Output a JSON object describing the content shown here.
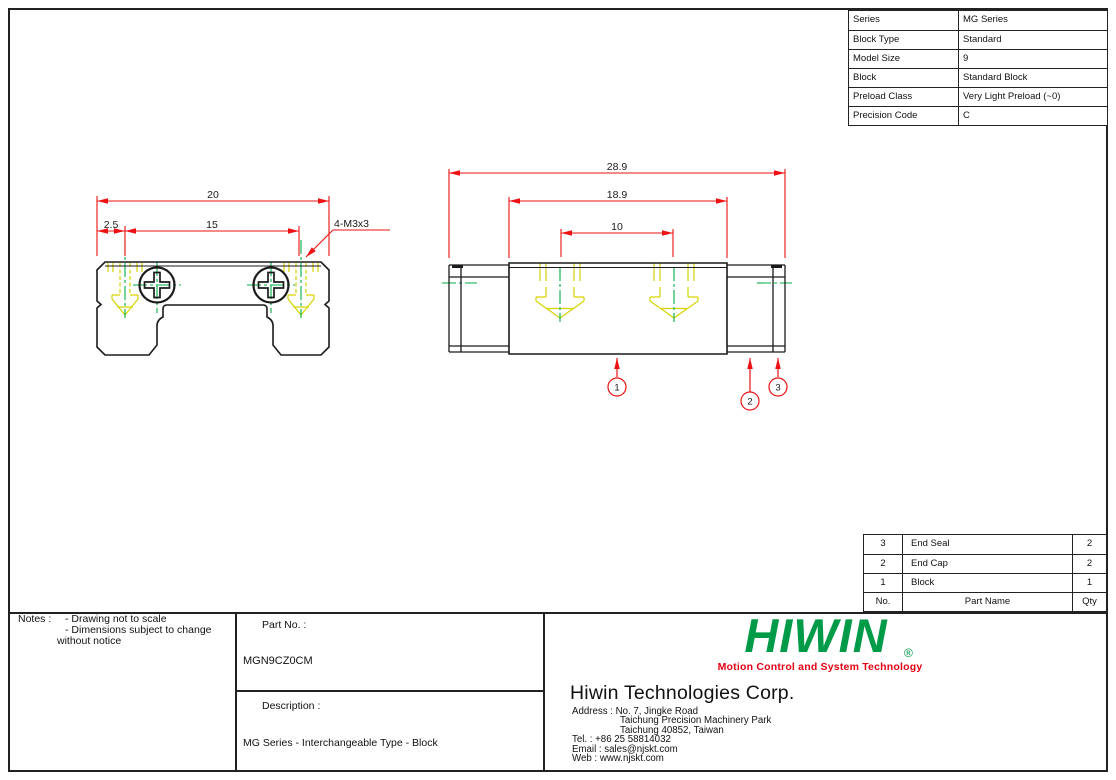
{
  "spec_table": {
    "rows": [
      {
        "label": "Series",
        "value": "MG Series"
      },
      {
        "label": "Block Type",
        "value": "Standard"
      },
      {
        "label": "Model Size",
        "value": "9"
      },
      {
        "label": "Block",
        "value": "Standard Block"
      },
      {
        "label": "Preload Class",
        "value": "Very Light Preload (~0)"
      },
      {
        "label": "Precision Code",
        "value": "C"
      }
    ]
  },
  "drawing": {
    "front_view": {
      "dim_overall_width": "20",
      "dim_edge_to_hole": "2.5",
      "dim_hole_spacing": "15",
      "thread_callout": "4-M3x3"
    },
    "side_view": {
      "dim_overall_length": "28.9",
      "dim_block_length": "18.9",
      "dim_hole_spacing": "10"
    },
    "callouts": [
      "1",
      "2",
      "3"
    ]
  },
  "parts_table": {
    "header": {
      "no": "No.",
      "part_name": "Part Name",
      "qty": "Qty"
    },
    "rows": [
      {
        "no": "3",
        "part_name": "End Seal",
        "qty": "2"
      },
      {
        "no": "2",
        "part_name": "End Cap",
        "qty": "2"
      },
      {
        "no": "1",
        "part_name": "Block",
        "qty": "1"
      }
    ]
  },
  "title_block": {
    "notes_label": "Notes :",
    "notes_lines": [
      "- Drawing not to scale",
      "- Dimensions subject to change",
      "without notice"
    ],
    "part_no_label": "Part No. :",
    "part_no": "MGN9CZ0CM",
    "description_label": "Description :",
    "description": "MG Series - Interchangeable Type - Block",
    "logo": {
      "wordmark": "HIWIN",
      "registered_mark": "®",
      "tagline": "Motion Control and System Technology"
    },
    "company_name": "Hiwin Technologies Corp.",
    "contact_lines": [
      "Address : No. 7, Jingke Road",
      "Taichung Precision Machinery Park",
      "Taichung 40852, Taiwan",
      "Tel. : +86 25 58814032",
      "Email : sales@njskt.com",
      "Web :  www.njskt.com"
    ]
  },
  "colors": {
    "dimension_red": "#ee1111",
    "centerline_green": "#00ad45",
    "hidden_line_yellow": "#d6d300",
    "outline_black": "#1b1b1b",
    "logo_green": "#009b48",
    "tagline_red": "#e60012"
  }
}
